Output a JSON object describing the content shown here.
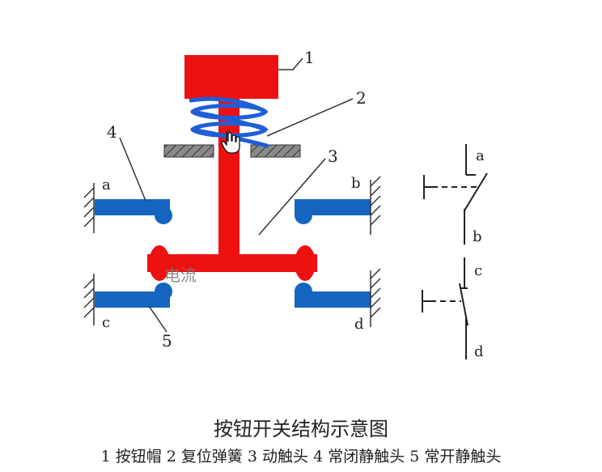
{
  "title": "按钮开关结构示意图",
  "legend": "1 按钮帽  2 复位弹簧  3 动触头 4 常闭静触头   5 常开静触头",
  "overlay_text": "电流",
  "callouts": [
    "1",
    "2",
    "3",
    "4",
    "5"
  ],
  "contact_labels": [
    "a",
    "b",
    "c",
    "d"
  ],
  "symbol_labels": [
    "a",
    "b",
    "c",
    "d"
  ],
  "colors": {
    "cap": "#ee1111",
    "contact": "#1565c0",
    "spring": "#1e5fd6",
    "base": "#777777"
  },
  "icons": [
    "hand-cursor-icon"
  ]
}
